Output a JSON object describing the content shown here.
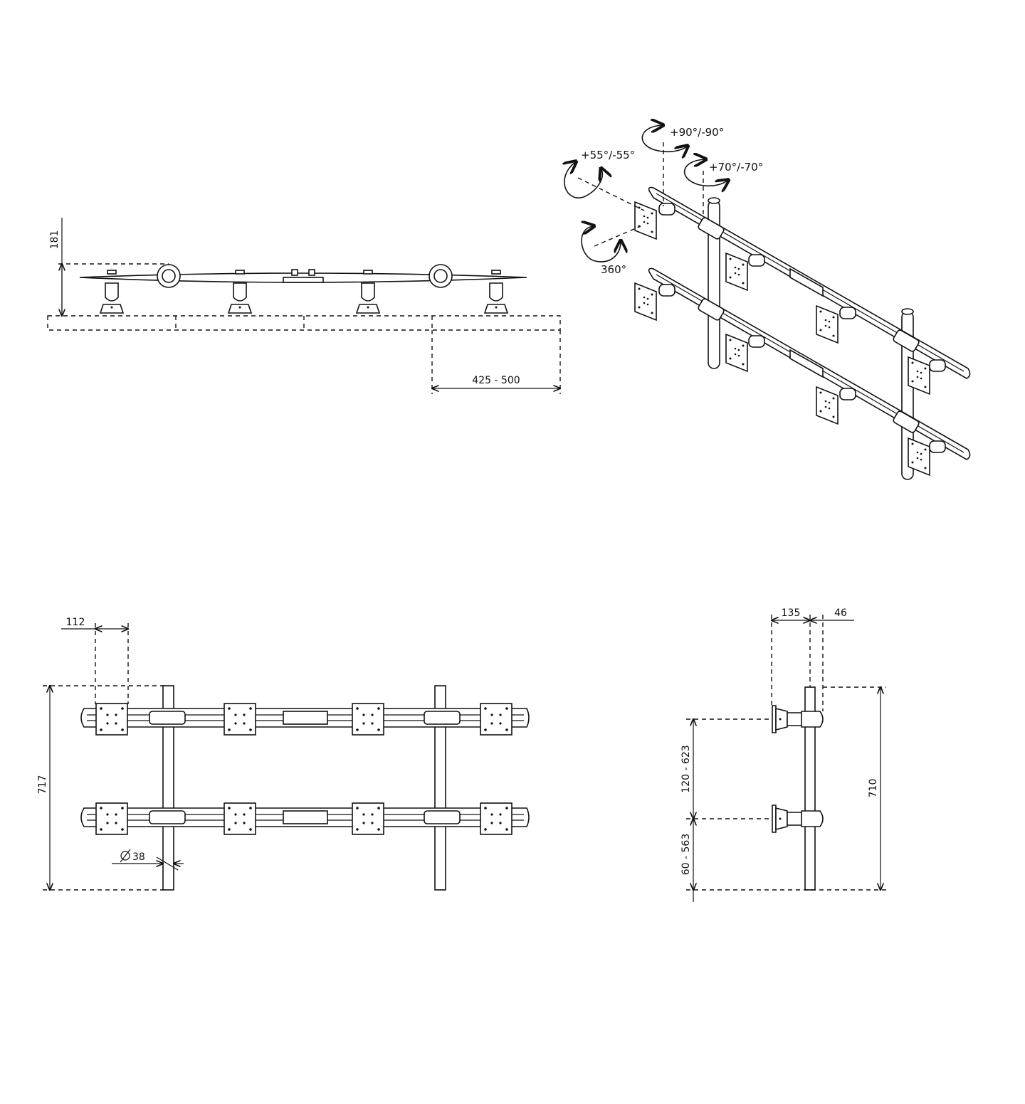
{
  "views": {
    "side": {
      "dim_height": "181",
      "dim_depth": "425 - 500"
    },
    "perspective": {
      "rotations": {
        "tilt": "+55°/-55°",
        "pan": "+90°/-90°",
        "swivel": "+70°/-70°",
        "rotate": "360°"
      }
    },
    "front": {
      "dim_plate": "112",
      "dim_height": "717",
      "dim_pole": "38"
    },
    "profile": {
      "dim_arm": "135",
      "dim_clamp": "46",
      "dim_upper_range": "120 - 623",
      "dim_lower_range": "60 - 563",
      "dim_pole_height": "710"
    }
  }
}
